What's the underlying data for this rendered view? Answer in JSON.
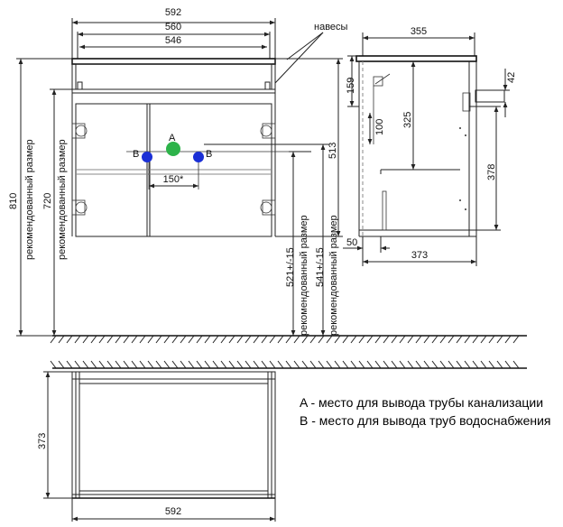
{
  "dimensions": {
    "front_width_total": "592",
    "front_width_inner": "560",
    "front_width_hinge": "546",
    "hinges_label": "навесы",
    "height_total": "810",
    "height_recommended": "720",
    "recommended_size": "рекомендованный размер",
    "height_513": "513",
    "pipe_a_height": "521+/-15",
    "pipe_b_height": "541+/-15",
    "pipe_spacing": "150*",
    "label_a": "A",
    "label_b": "B",
    "side_depth_top": "355",
    "side_159": "159",
    "side_42": "42",
    "side_325": "325",
    "side_100": "100",
    "side_378": "378",
    "side_50": "50",
    "side_depth_bottom": "373",
    "plan_depth": "373",
    "plan_width": "592"
  },
  "legend": {
    "a": "A - место для вывода трубы канализации",
    "b": "B - место для вывода труб водоснабжения"
  },
  "colors": {
    "pipe_a": "#2db34a",
    "pipe_b": "#1a2fd6",
    "line": "#222222"
  }
}
